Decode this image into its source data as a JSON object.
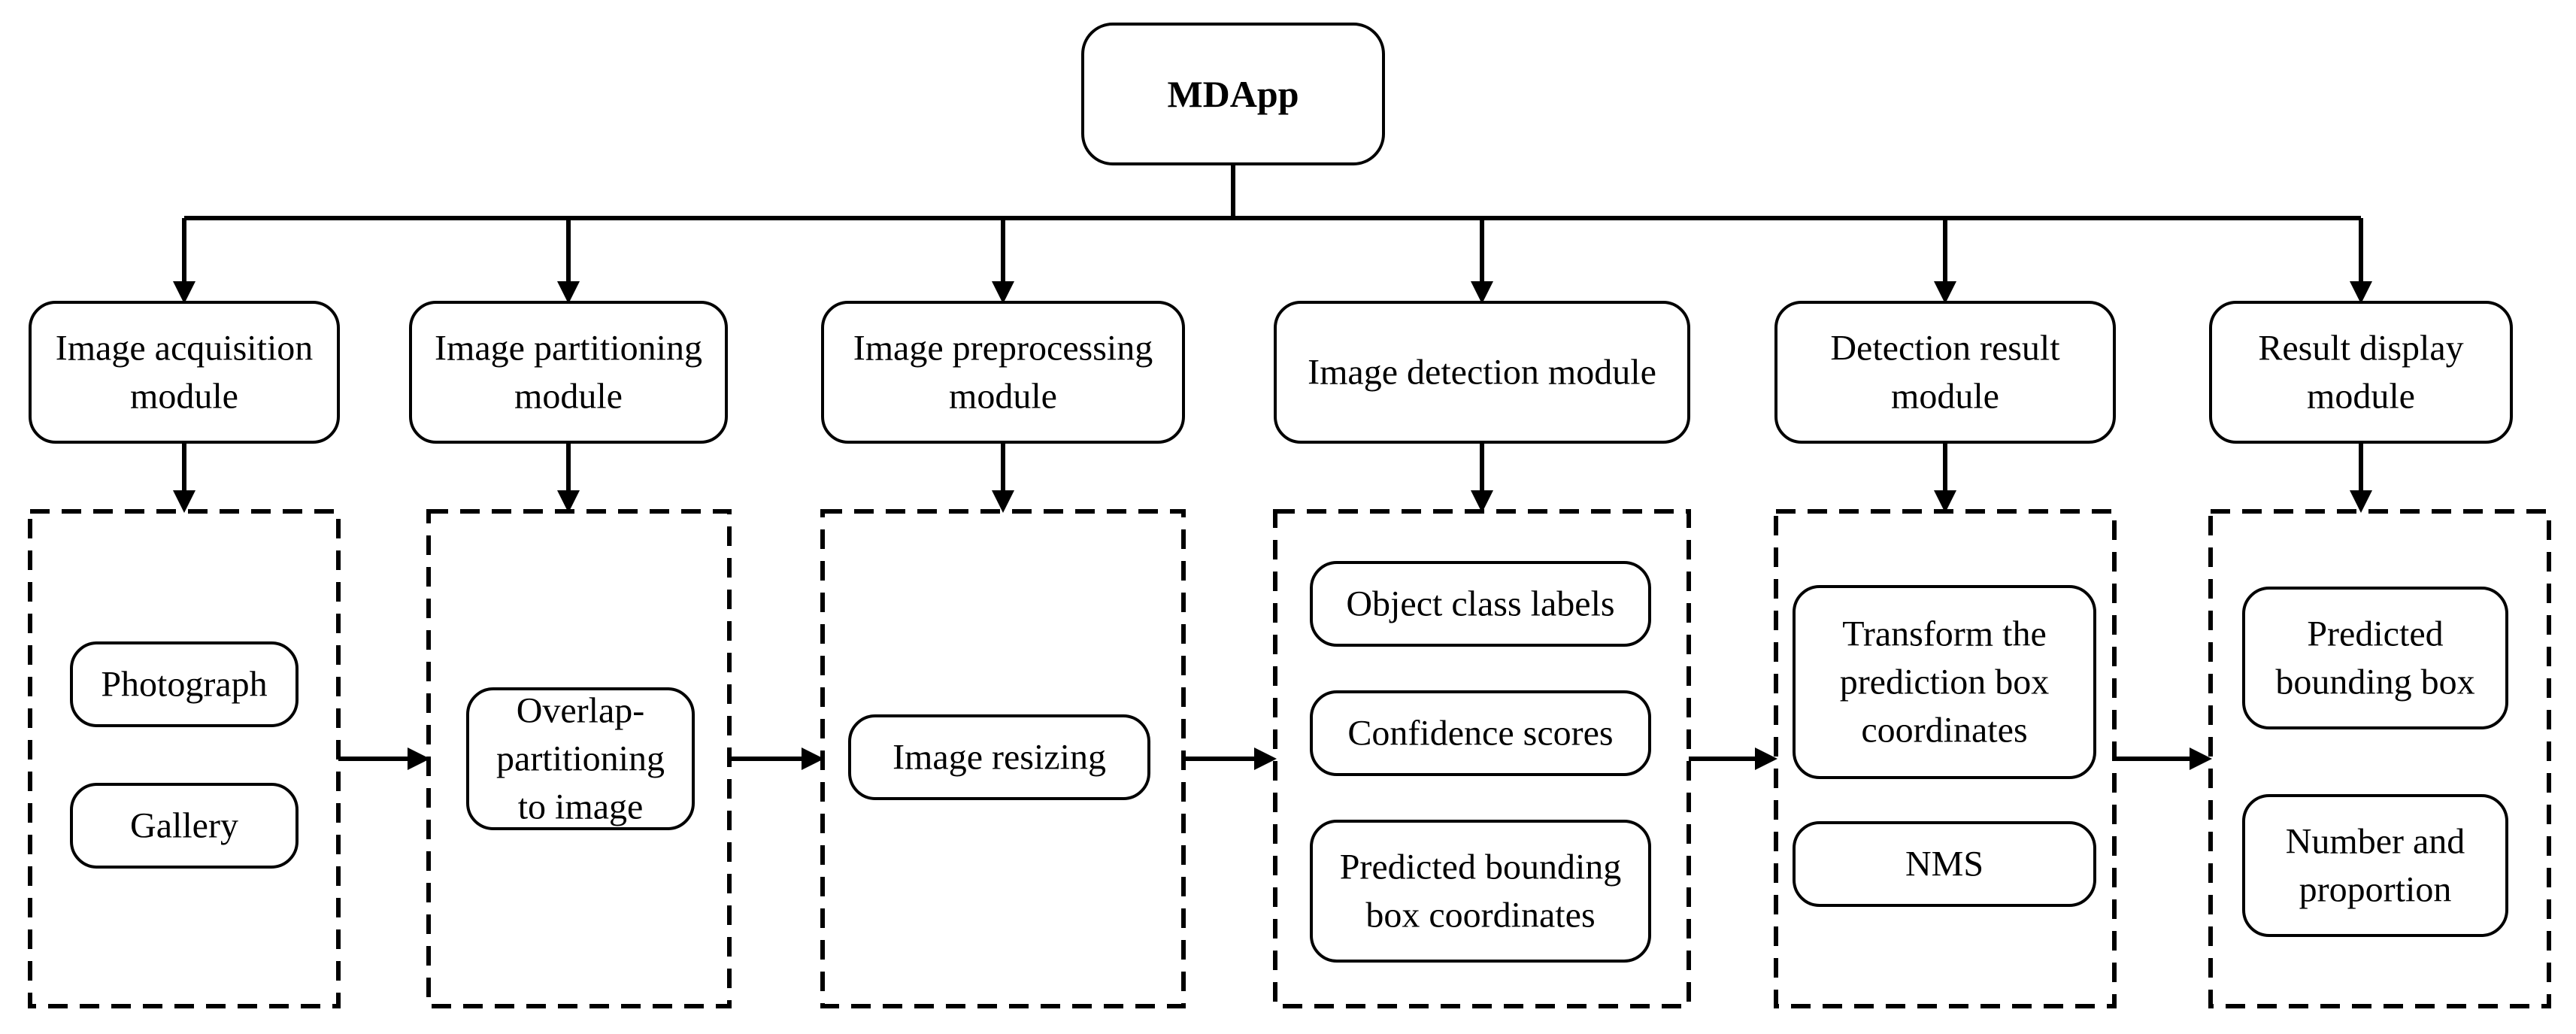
{
  "root": {
    "label": "MDApp"
  },
  "modules": [
    {
      "id": "acquisition",
      "label_lines": [
        "Image acquisition",
        "module"
      ],
      "items": [
        {
          "lines": [
            "Photograph"
          ]
        },
        {
          "lines": [
            "Gallery"
          ]
        }
      ]
    },
    {
      "id": "partitioning",
      "label_lines": [
        "Image partitioning",
        "module"
      ],
      "items": [
        {
          "lines": [
            "Overlap-",
            "partitioning",
            "to image"
          ]
        }
      ]
    },
    {
      "id": "preprocessing",
      "label_lines": [
        "Image preprocessing",
        "module"
      ],
      "items": [
        {
          "lines": [
            "Image resizing"
          ]
        }
      ]
    },
    {
      "id": "detection",
      "label_lines": [
        "Image detection module"
      ],
      "items": [
        {
          "lines": [
            "Object class labels"
          ]
        },
        {
          "lines": [
            "Confidence scores"
          ]
        },
        {
          "lines": [
            "Predicted bounding",
            "box coordinates"
          ]
        }
      ]
    },
    {
      "id": "detection-result",
      "label_lines": [
        "Detection result",
        "module"
      ],
      "items": [
        {
          "lines": [
            "Transform the",
            "prediction box",
            "coordinates"
          ]
        },
        {
          "lines": [
            "NMS"
          ]
        }
      ]
    },
    {
      "id": "result-display",
      "label_lines": [
        "Result display",
        "module"
      ],
      "items": [
        {
          "lines": [
            "Predicted",
            "bounding box"
          ]
        },
        {
          "lines": [
            "Number and",
            "proportion"
          ]
        }
      ]
    }
  ],
  "colors": {
    "stroke": "#000000",
    "background": "#ffffff"
  }
}
